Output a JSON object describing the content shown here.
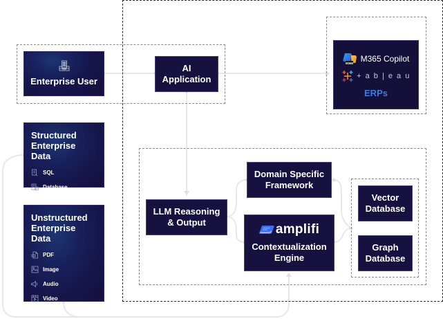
{
  "nodes": {
    "enterprise_user": {
      "label": "Enterprise User",
      "icon": "building-icon"
    },
    "ai_application": {
      "label_line1": "AI",
      "label_line2": "Application"
    },
    "erps": {
      "m365": "M365 Copilot",
      "m365_badge": "M365",
      "tableau": "+ a b | e a u",
      "label": "ERPs"
    },
    "structured": {
      "title_line1": "Structured",
      "title_line2": "Enterprise Data",
      "items": [
        {
          "label": "SQL",
          "icon": "sql-file-icon"
        },
        {
          "label": "Database",
          "icon": "database-icon"
        }
      ]
    },
    "unstructured": {
      "title_line1": "Unstructured",
      "title_line2": "Enterprise Data",
      "items": [
        {
          "label": "PDF",
          "icon": "pdf-icon"
        },
        {
          "label": "Image",
          "icon": "image-icon"
        },
        {
          "label": "Audio",
          "icon": "audio-icon"
        },
        {
          "label": "Video",
          "icon": "video-icon"
        }
      ]
    },
    "llm": {
      "label_line1": "LLM Reasoning",
      "label_line2": "& Output"
    },
    "domain": {
      "label_line1": "Domain Specific",
      "label_line2": "Framework"
    },
    "amplifi": {
      "brand": "amplifi",
      "label_line1": "Contextualization",
      "label_line2": "Engine"
    },
    "vector_db": {
      "label_line1": "Vector",
      "label_line2": "Database"
    },
    "graph_db": {
      "label_line1": "Graph",
      "label_line2": "Database"
    }
  },
  "colors": {
    "box_fill": "#16113f",
    "erp_accent": "#3b7de0",
    "amplifi_logo": "#3d6df0",
    "connector": "#e6e6e6"
  }
}
